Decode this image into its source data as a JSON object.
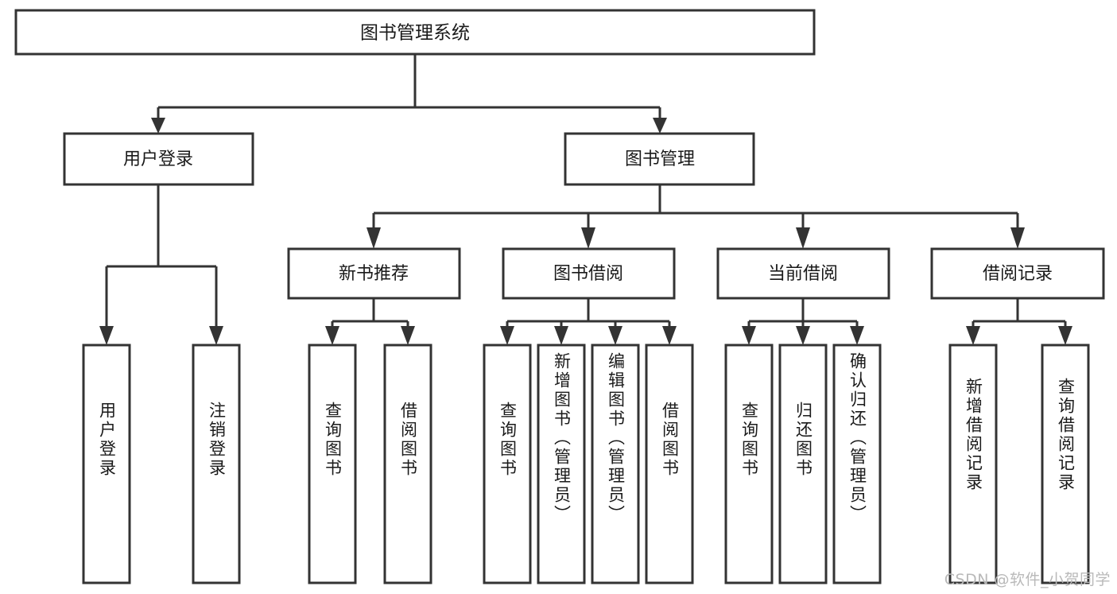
{
  "diagram": {
    "type": "tree-hierarchy",
    "title": "图书管理系统",
    "orientation": "top-down",
    "colors": {
      "stroke": "#333333",
      "fill": "#ffffff",
      "text": "#1a1a1a",
      "watermark": "#b9b9b9"
    },
    "root": {
      "label": "图书管理系统"
    },
    "level2": [
      {
        "label": "用户登录"
      },
      {
        "label": "图书管理"
      }
    ],
    "level3": [
      {
        "label": "新书推荐"
      },
      {
        "label": "图书借阅"
      },
      {
        "label": "当前借阅"
      },
      {
        "label": "借阅记录"
      }
    ],
    "leaves": {
      "user_login": [
        {
          "label": "用户登录"
        },
        {
          "label": "注销登录"
        }
      ],
      "new_book_recommend": [
        {
          "label": "查询图书"
        },
        {
          "label": "借阅图书"
        }
      ],
      "book_borrow": [
        {
          "label": "查询图书"
        },
        {
          "label": "新增图书（管理员）"
        },
        {
          "label": "编辑图书（管理员）"
        },
        {
          "label": "借阅图书"
        }
      ],
      "current_borrow": [
        {
          "label": "查询图书"
        },
        {
          "label": "归还图书"
        },
        {
          "label": "确认归还（管理员）"
        }
      ],
      "borrow_record": [
        {
          "label": "新增借阅记录"
        },
        {
          "label": "查询借阅记录"
        }
      ]
    }
  },
  "watermark": {
    "text": "CSDN @软件_小贺同学"
  }
}
